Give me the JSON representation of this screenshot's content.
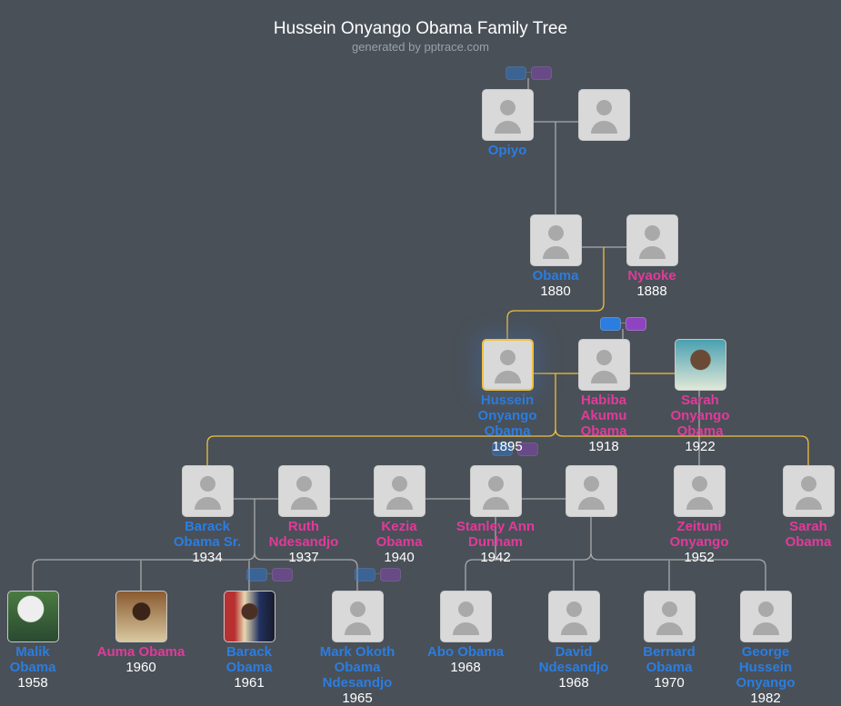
{
  "header": {
    "title": "Hussein Onyango Obama Family Tree",
    "subtitle": "generated by pptrace.com"
  },
  "colors": {
    "male": "#2b7de0",
    "female": "#e23a9a",
    "highlight": "#f0c040",
    "line": "#aaaaaa",
    "background": "#495058"
  },
  "people": {
    "opiyo": {
      "name": "Opiyo",
      "year": ""
    },
    "unknown1": {
      "name": "",
      "year": ""
    },
    "obama": {
      "name": "Obama",
      "year": "1880"
    },
    "nyaoke": {
      "name": "Nyaoke",
      "year": "1888"
    },
    "hussein": {
      "name": "Hussein Onyango Obama",
      "year": "1895"
    },
    "habiba": {
      "name": "Habiba Akumu Obama",
      "year": "1918"
    },
    "sarah_onyango": {
      "name": "Sarah Onyango Obama",
      "year": "1922"
    },
    "barack_sr": {
      "name": "Barack Obama Sr.",
      "year": "1934"
    },
    "ruth": {
      "name": "Ruth Ndesandjo",
      "year": "1937"
    },
    "kezia": {
      "name": "Kezia Obama",
      "year": "1940"
    },
    "stanley": {
      "name": "Stanley Ann Dunham",
      "year": "1942"
    },
    "unknown2": {
      "name": "",
      "year": ""
    },
    "zeituni": {
      "name": "Zeituni Onyango",
      "year": "1952"
    },
    "sarah_obama": {
      "name": "Sarah Obama",
      "year": ""
    },
    "malik": {
      "name": "Malik Obama",
      "year": "1958"
    },
    "auma": {
      "name": "Auma Obama",
      "year": "1960"
    },
    "barack": {
      "name": "Barack Obama",
      "year": "1961"
    },
    "mark": {
      "name": "Mark Okoth Obama Ndesandjo",
      "year": "1965"
    },
    "abo": {
      "name": "Abo Obama",
      "year": "1968"
    },
    "david": {
      "name": "David Ndesandjo",
      "year": "1968"
    },
    "bernard": {
      "name": "Bernard Obama",
      "year": "1970"
    },
    "george": {
      "name": "George Hussein Onyango",
      "year": "1982"
    }
  }
}
